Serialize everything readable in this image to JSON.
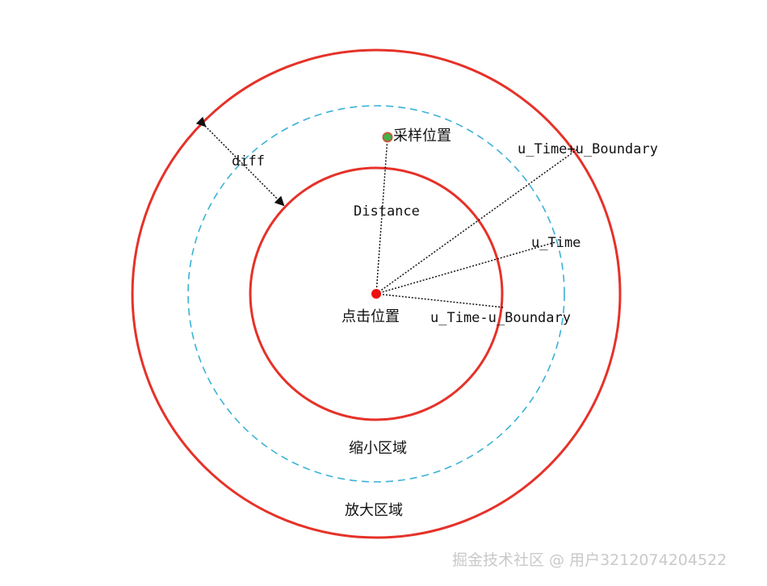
{
  "labels": {
    "sample_position": "采样位置",
    "distance": "Distance",
    "time_plus_boundary": "u_Time+u_Boundary",
    "time": "u_Time",
    "time_minus_boundary": "u_Time-u_Boundary",
    "click_position": "点击位置",
    "diff": "diff",
    "shrink_region": "缩小区域",
    "enlarge_region": "放大区域"
  },
  "watermark": "掘金技术社区 @ 用户3212074204522",
  "colors": {
    "circle_stroke": "#e53229",
    "dashed_circle": "#3cb1d6",
    "click_dot": "#ee1111",
    "sample_dot_fill": "#3cb34a",
    "sample_dot_stroke": "#c45a3a",
    "guide_line": "#111111",
    "text": "#111111"
  }
}
